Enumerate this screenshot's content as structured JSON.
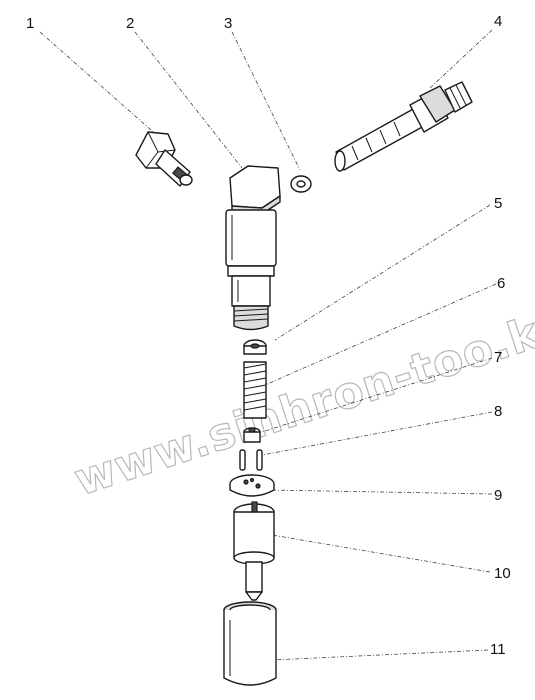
{
  "watermark": "www.sinhron-too.kz",
  "callouts": [
    {
      "number": "1",
      "part": "banjo-bolt"
    },
    {
      "number": "2",
      "part": "nozzle-holder-body"
    },
    {
      "number": "3",
      "part": "sealing-washer"
    },
    {
      "number": "4",
      "part": "inlet-connector"
    },
    {
      "number": "5",
      "part": "spring-seat"
    },
    {
      "number": "6",
      "part": "pressure-spring"
    },
    {
      "number": "7",
      "part": "pressure-pin"
    },
    {
      "number": "8",
      "part": "dowel-pins"
    },
    {
      "number": "9",
      "part": "intermediate-disc"
    },
    {
      "number": "10",
      "part": "nozzle"
    },
    {
      "number": "11",
      "part": "nozzle-retaining-nut"
    }
  ]
}
